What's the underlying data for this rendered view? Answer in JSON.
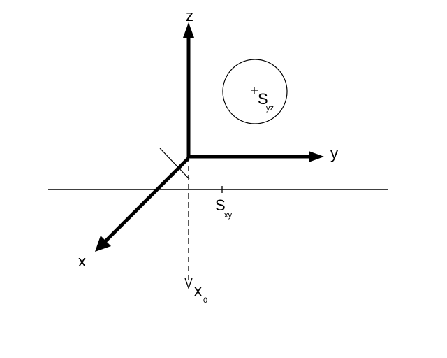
{
  "axes": {
    "z_label": "z",
    "y_label": "y",
    "x_label": "x",
    "x0_label": "x",
    "x0_subscript": "0"
  },
  "points": {
    "s_yz_label": "S",
    "s_yz_subscript": "yz",
    "s_xy_label": "S",
    "s_xy_subscript": "xy"
  },
  "colors": {
    "ink": "#000000",
    "background": "#ffffff"
  }
}
